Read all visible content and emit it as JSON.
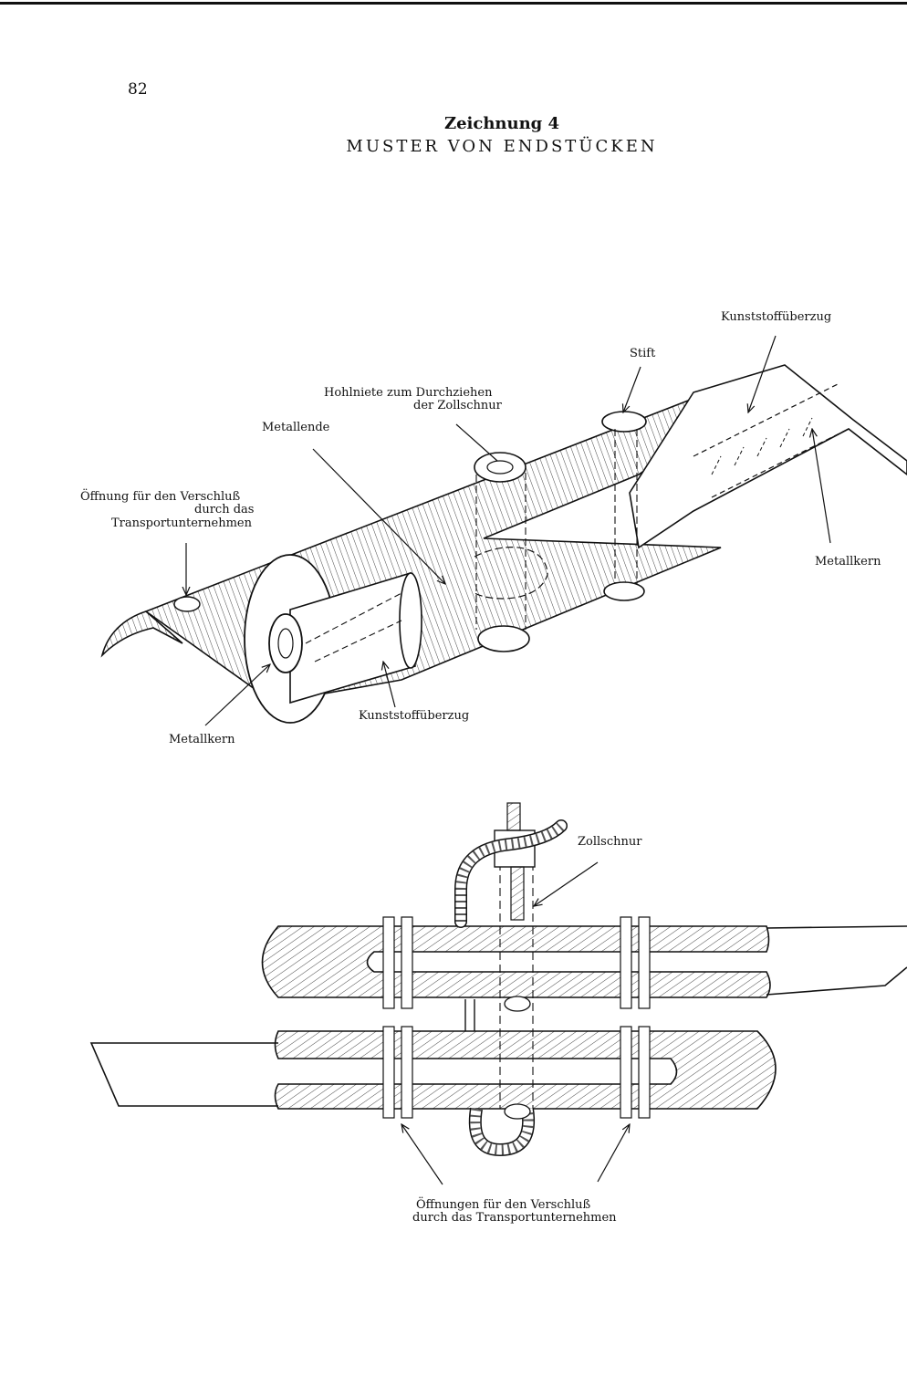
{
  "page": {
    "number": "82",
    "title": "Zeichnung 4",
    "subtitle": "MUSTER VON ENDSTÜCKEN"
  },
  "figure1": {
    "labels": {
      "cover_top": "Kunststoffüberzug",
      "pin": "Stift",
      "rivet_line1": "Hohlniete zum Durchziehen",
      "rivet_line2": "der Zollschnur",
      "metal_end": "Metallende",
      "opening_line1": "Öffnung für den Verschluß",
      "opening_line2": "durch das",
      "opening_line3": "Transportunternehmen",
      "core_right": "Metallkern",
      "cover_bottom": "Kunststoffüberzug",
      "core_left": "Metallkern"
    }
  },
  "figure2": {
    "labels": {
      "cord": "Zollschnur",
      "openings_line1": "Öffnungen für den Verschluß",
      "openings_line2": "durch das Transportunternehmen"
    }
  }
}
